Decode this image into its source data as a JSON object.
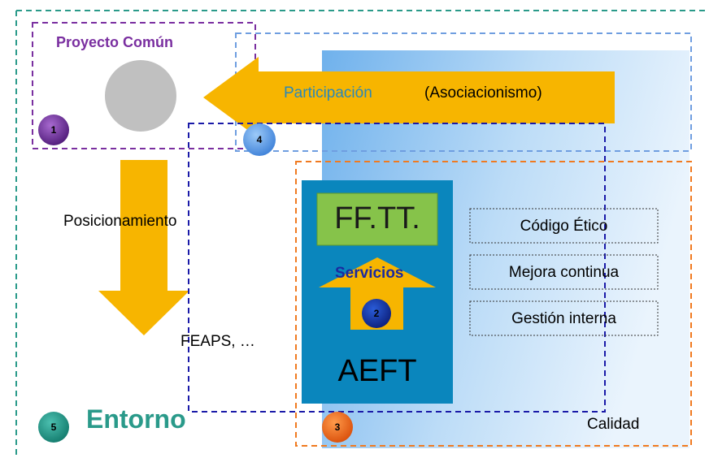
{
  "diagram": {
    "proyecto_comun": "Proyecto Común",
    "participacion": "Participación",
    "asociacionismo": "(Asociacionismo)",
    "posicionamiento": "Posicionamiento",
    "feaps": "FEAPS, …",
    "fftt": "FF.TT.",
    "servicios": "Servicios",
    "aeft": "AEFT",
    "entorno": "Entorno",
    "calidad": "Calidad",
    "quality_items": [
      "Código Ético",
      "Mejora continua",
      "Gestión interna"
    ],
    "badges": [
      "1",
      "2",
      "3",
      "4",
      "5"
    ]
  },
  "colors": {
    "teal": "#2a9a8a",
    "purple": "#7a2fa0",
    "blue_dash": "#6f9ee0",
    "navy_dash": "#1a1aa8",
    "orange_dash": "#f07a20",
    "arrow": "#f7b500",
    "aeft_box": "#0a86bd",
    "fftt_box": "#86c34a",
    "circle": "#c0c0c0"
  }
}
